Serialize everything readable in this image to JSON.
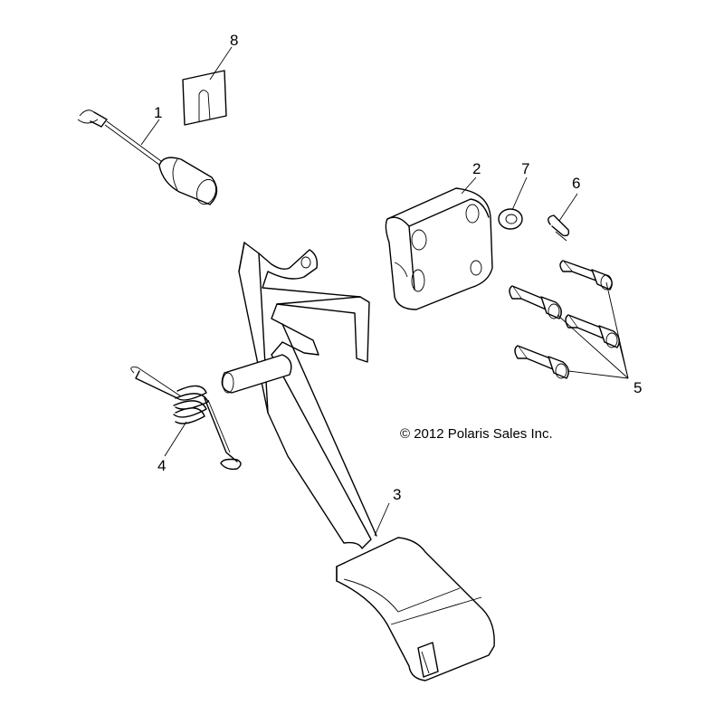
{
  "copyright": "© 2012 Polaris Sales Inc.",
  "callouts": {
    "c1": "1",
    "c2": "2",
    "c3": "3",
    "c4": "4",
    "c5": "5",
    "c6": "6",
    "c7": "7",
    "c8": "8"
  }
}
